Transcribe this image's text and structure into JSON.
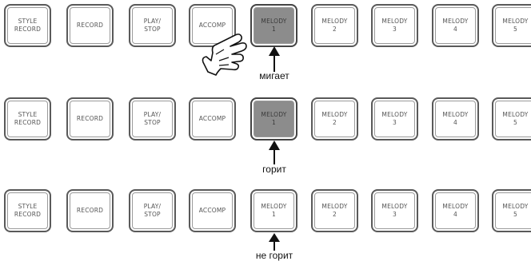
{
  "rows": [
    {
      "buttons": [
        {
          "line1": "STYLE",
          "line2": "RECORD",
          "state": "off"
        },
        {
          "line1": "RECORD",
          "line2": "",
          "state": "off"
        },
        {
          "line1": "PLAY/",
          "line2": "STOP",
          "state": "off"
        },
        {
          "line1": "ACCOMP",
          "line2": "",
          "state": "off"
        },
        {
          "line1": "MELODY",
          "line2": "1",
          "state": "lit"
        },
        {
          "line1": "MELODY",
          "line2": "2",
          "state": "off"
        },
        {
          "line1": "MELODY",
          "line2": "3",
          "state": "off"
        },
        {
          "line1": "MELODY",
          "line2": "4",
          "state": "off"
        },
        {
          "line1": "MELODY",
          "line2": "5",
          "state": "off"
        }
      ],
      "caption": "мигает"
    },
    {
      "buttons": [
        {
          "line1": "STYLE",
          "line2": "RECORD",
          "state": "off"
        },
        {
          "line1": "RECORD",
          "line2": "",
          "state": "off"
        },
        {
          "line1": "PLAY/",
          "line2": "STOP",
          "state": "off"
        },
        {
          "line1": "ACCOMP",
          "line2": "",
          "state": "off"
        },
        {
          "line1": "MELODY",
          "line2": "1",
          "state": "lit"
        },
        {
          "line1": "MELODY",
          "line2": "2",
          "state": "off"
        },
        {
          "line1": "MELODY",
          "line2": "3",
          "state": "off"
        },
        {
          "line1": "MELODY",
          "line2": "4",
          "state": "off"
        },
        {
          "line1": "MELODY",
          "line2": "5",
          "state": "off"
        }
      ],
      "caption": "горит"
    },
    {
      "buttons": [
        {
          "line1": "STYLE",
          "line2": "RECORD",
          "state": "off"
        },
        {
          "line1": "RECORD",
          "line2": "",
          "state": "off"
        },
        {
          "line1": "PLAY/",
          "line2": "STOP",
          "state": "off"
        },
        {
          "line1": "ACCOMP",
          "line2": "",
          "state": "off"
        },
        {
          "line1": "MELODY",
          "line2": "1",
          "state": "off"
        },
        {
          "line1": "MELODY",
          "line2": "2",
          "state": "off"
        },
        {
          "line1": "MELODY",
          "line2": "3",
          "state": "off"
        },
        {
          "line1": "MELODY",
          "line2": "4",
          "state": "off"
        },
        {
          "line1": "MELODY",
          "line2": "5",
          "state": "off"
        }
      ],
      "caption": "не горит"
    }
  ],
  "colors": {
    "lit": "#8c8c8c",
    "off": "#ffffff",
    "border": "#5a5a5a"
  },
  "icons": {
    "hand": "pointing-hand-icon",
    "arrow": "up-arrow-icon"
  }
}
